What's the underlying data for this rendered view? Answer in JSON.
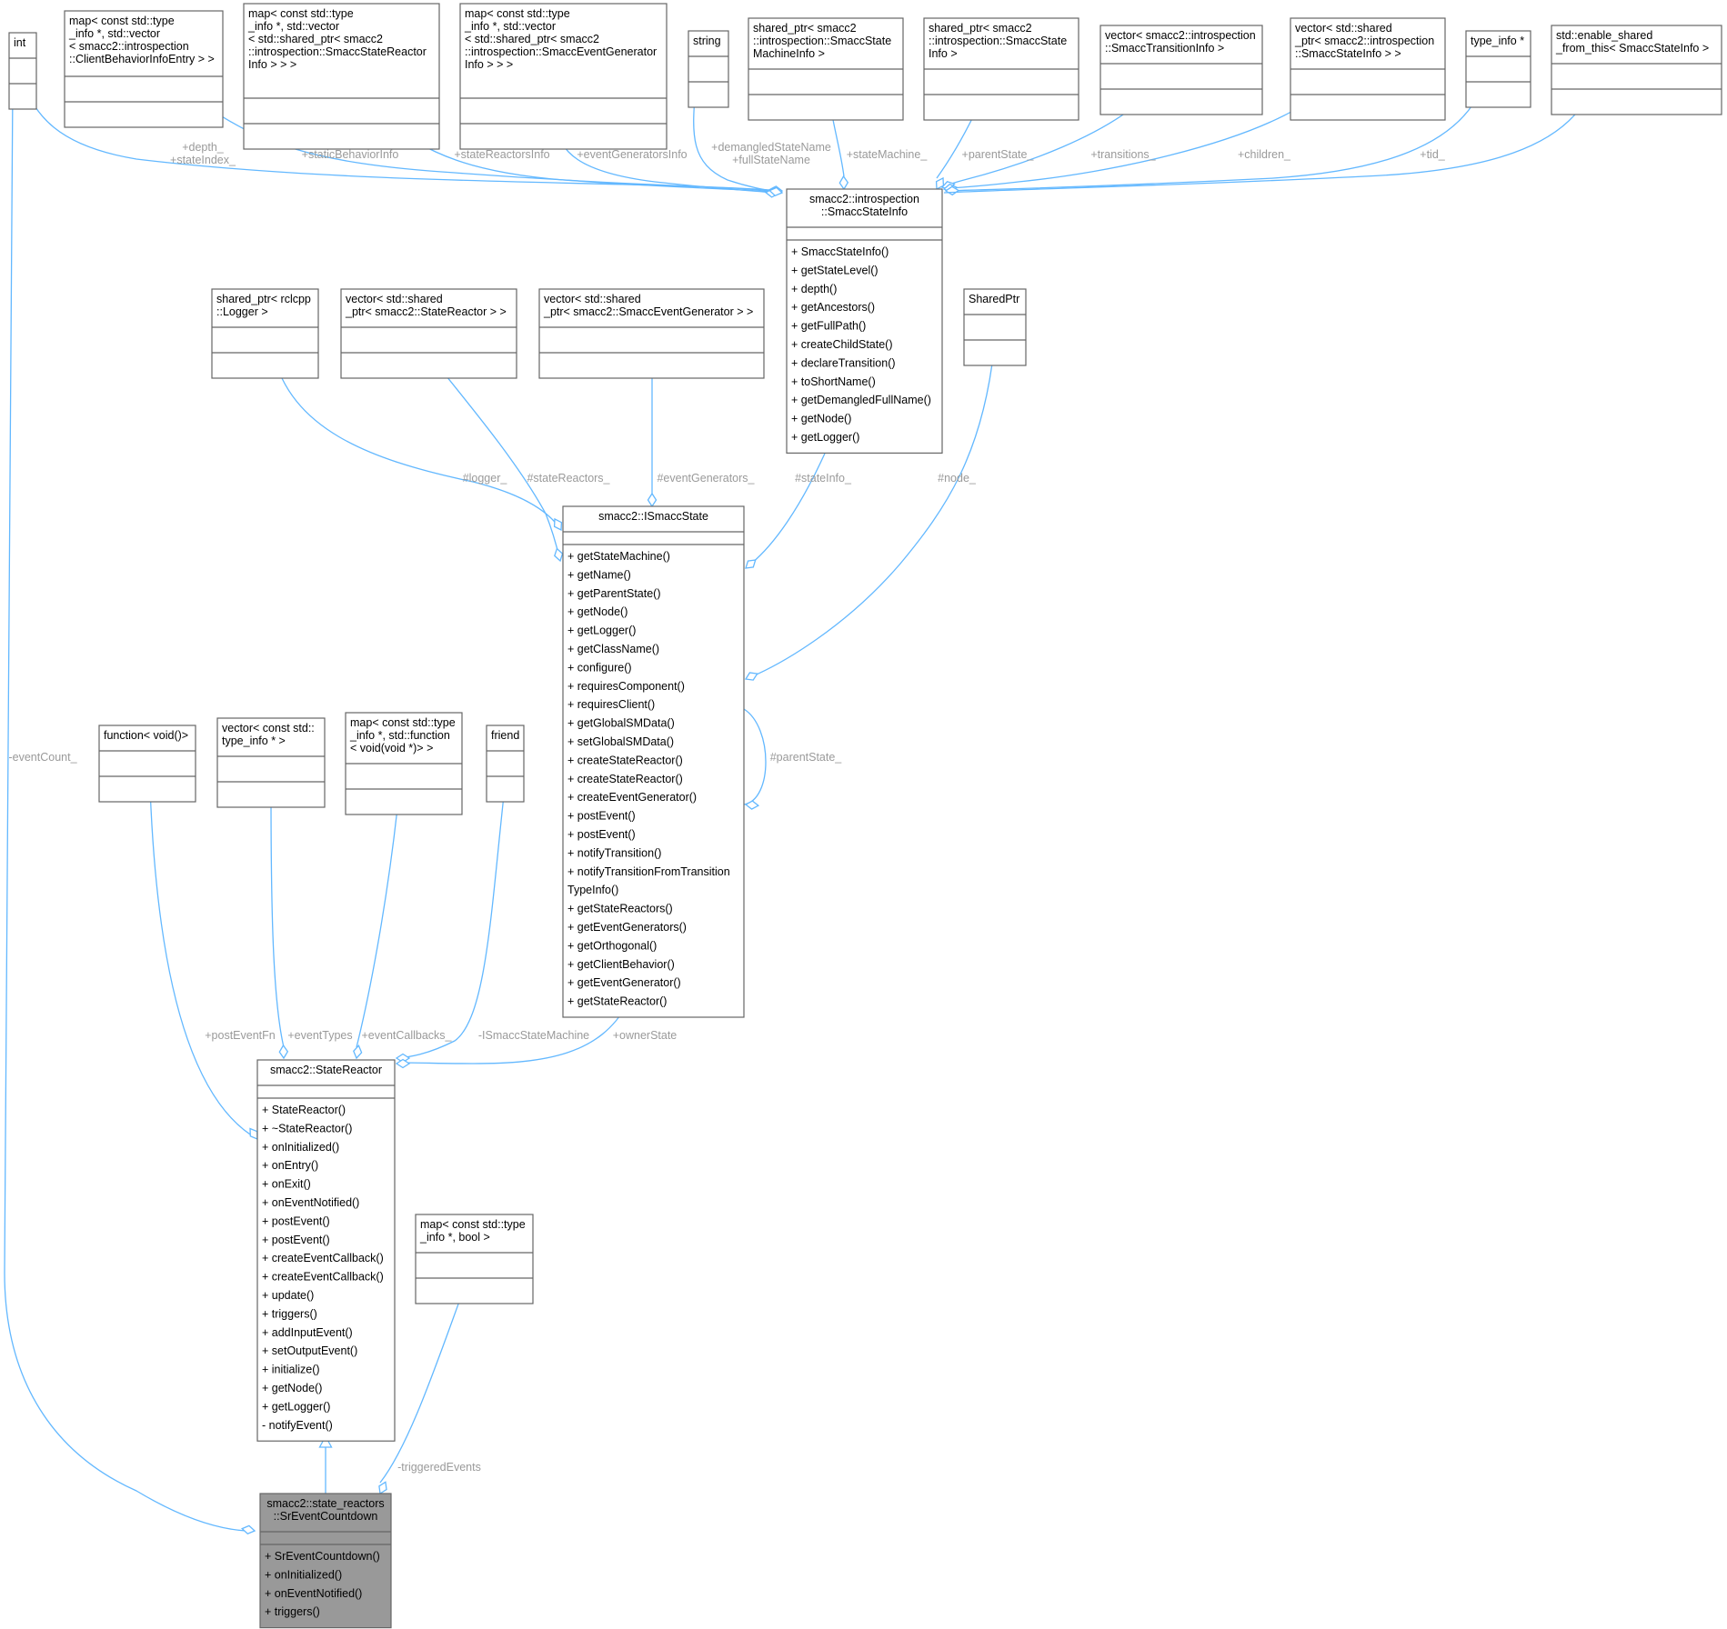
{
  "diagram": {
    "classes": [
      {
        "id": "int",
        "title": [
          "int"
        ],
        "members": []
      },
      {
        "id": "map_cb",
        "title": [
          "map< const std::type",
          "_info *, std::vector",
          "< smacc2::introspection",
          "::ClientBehaviorInfoEntry > >"
        ],
        "members": []
      },
      {
        "id": "map_sr",
        "title": [
          "map< const std::type",
          "_info *, std::vector",
          "< std::shared_ptr< smacc2",
          "::introspection::SmaccStateReactor",
          "Info > > >"
        ],
        "members": []
      },
      {
        "id": "map_eg",
        "title": [
          "map< const std::type",
          "_info *, std::vector",
          "< std::shared_ptr< smacc2",
          "::introspection::SmaccEventGenerator",
          "Info > > >"
        ],
        "members": []
      },
      {
        "id": "string",
        "title": [
          "string"
        ],
        "members": []
      },
      {
        "id": "sp_smi",
        "title": [
          "shared_ptr< smacc2",
          "::introspection::SmaccState",
          "MachineInfo >"
        ],
        "members": []
      },
      {
        "id": "sp_si",
        "title": [
          "shared_ptr< smacc2",
          "::introspection::SmaccState",
          "Info >"
        ],
        "members": []
      },
      {
        "id": "vec_ti",
        "title": [
          "vector< smacc2::introspection",
          "::SmaccTransitionInfo >"
        ],
        "members": []
      },
      {
        "id": "vec_si",
        "title": [
          "vector< std::shared",
          "_ptr< smacc2::introspection",
          "::SmaccStateInfo > >"
        ],
        "members": []
      },
      {
        "id": "typeinfo",
        "title": [
          "type_info *"
        ],
        "members": []
      },
      {
        "id": "esft",
        "title": [
          "std::enable_shared",
          "_from_this< SmaccStateInfo >"
        ],
        "members": []
      },
      {
        "id": "ssi",
        "title": [
          "smacc2::introspection",
          "::SmaccStateInfo"
        ],
        "members": [
          "+  SmaccStateInfo()",
          "+  getStateLevel()",
          "+  depth()",
          "+  getAncestors()",
          "+  getFullPath()",
          "+  createChildState()",
          "+  declareTransition()",
          "+  toShortName()",
          "+  getDemangledFullName()",
          "+  getNode()",
          "+  getLogger()"
        ]
      },
      {
        "id": "sp_logger",
        "title": [
          "shared_ptr< rclcpp",
          "::Logger >"
        ],
        "members": []
      },
      {
        "id": "vec_sr",
        "title": [
          "vector< std::shared",
          "_ptr< smacc2::StateReactor > >"
        ],
        "members": []
      },
      {
        "id": "vec_eg",
        "title": [
          "vector< std::shared",
          "_ptr< smacc2::SmaccEventGenerator > >"
        ],
        "members": []
      },
      {
        "id": "sharedptr",
        "title": [
          "SharedPtr"
        ],
        "members": []
      },
      {
        "id": "iss",
        "title": [
          "smacc2::ISmaccState"
        ],
        "members": [
          "+  getStateMachine()",
          "+  getName()",
          "+  getParentState()",
          "+  getNode()",
          "+  getLogger()",
          "+  getClassName()",
          "+  configure()",
          "+  requiresComponent()",
          "+  requiresClient()",
          "+  getGlobalSMData()",
          "+  setGlobalSMData()",
          "+  createStateReactor()",
          "+  createStateReactor()",
          "+  createEventGenerator()",
          "+  postEvent()",
          "+  postEvent()",
          "+  notifyTransition()",
          "+  notifyTransitionFromTransition",
          "   TypeInfo()",
          "+  getStateReactors()",
          "+  getEventGenerators()",
          "+  getOrthogonal()",
          "+  getClientBehavior()",
          "+  getEventGenerator()",
          "+  getStateReactor()"
        ]
      },
      {
        "id": "fn_void",
        "title": [
          "function< void()>"
        ],
        "members": []
      },
      {
        "id": "vec_cti",
        "title": [
          "vector< const std::",
          "type_info * >"
        ],
        "members": []
      },
      {
        "id": "map_fn",
        "title": [
          "map< const std::type",
          "_info *, std::function",
          "< void(void *)> >"
        ],
        "members": []
      },
      {
        "id": "friend",
        "title": [
          "friend"
        ],
        "members": []
      },
      {
        "id": "sr",
        "title": [
          "smacc2::StateReactor"
        ],
        "members": [
          "+  StateReactor()",
          "+  ~StateReactor()",
          "+  onInitialized()",
          "+  onEntry()",
          "+  onExit()",
          "+  onEventNotified()",
          "+  postEvent()",
          "+  postEvent()",
          "+  createEventCallback()",
          "+  createEventCallback()",
          "+  update()",
          "+  triggers()",
          "+  addInputEvent()",
          "+  setOutputEvent()",
          "+  initialize()",
          "+  getNode()",
          "+  getLogger()",
          "-  notifyEvent()"
        ]
      },
      {
        "id": "map_bool",
        "title": [
          "map< const std::type",
          "_info *, bool >"
        ],
        "members": []
      },
      {
        "id": "srec",
        "title": [
          "smacc2::state_reactors",
          "::SrEventCountdown"
        ],
        "members": [
          "+  SrEventCountdown()",
          "+  onInitialized()",
          "+  onEventNotified()",
          "+  triggers()"
        ]
      }
    ],
    "edge_labels": [
      {
        "id": "l_depth",
        "lines": [
          "+depth_",
          "+stateIndex_"
        ]
      },
      {
        "id": "l_static",
        "lines": [
          "+staticBehaviorInfo"
        ]
      },
      {
        "id": "l_srinfo",
        "lines": [
          "+stateReactorsInfo"
        ]
      },
      {
        "id": "l_eginfo",
        "lines": [
          "+eventGeneratorsInfo"
        ]
      },
      {
        "id": "l_names",
        "lines": [
          "+demangledStateName",
          "+fullStateName"
        ]
      },
      {
        "id": "l_sm",
        "lines": [
          "+stateMachine_"
        ]
      },
      {
        "id": "l_parent",
        "lines": [
          "+parentState_"
        ]
      },
      {
        "id": "l_trans",
        "lines": [
          "+transitions_"
        ]
      },
      {
        "id": "l_children",
        "lines": [
          "+children_"
        ]
      },
      {
        "id": "l_tid",
        "lines": [
          "+tid_"
        ]
      },
      {
        "id": "l_logger",
        "lines": [
          "#logger_"
        ]
      },
      {
        "id": "l_srs",
        "lines": [
          "#stateReactors_"
        ]
      },
      {
        "id": "l_egs",
        "lines": [
          "#eventGenerators_"
        ]
      },
      {
        "id": "l_stateinfo",
        "lines": [
          "#stateInfo_"
        ]
      },
      {
        "id": "l_node",
        "lines": [
          "#node_"
        ]
      },
      {
        "id": "l_parentstate",
        "lines": [
          "#parentState_"
        ]
      },
      {
        "id": "l_eventcount",
        "lines": [
          "-eventCount_"
        ]
      },
      {
        "id": "l_postfn",
        "lines": [
          "+postEventFn"
        ]
      },
      {
        "id": "l_evtypes",
        "lines": [
          "+eventTypes"
        ]
      },
      {
        "id": "l_evcb",
        "lines": [
          "+eventCallbacks_"
        ]
      },
      {
        "id": "l_ism",
        "lines": [
          "-ISmaccStateMachine"
        ]
      },
      {
        "id": "l_owner",
        "lines": [
          "+ownerState"
        ]
      },
      {
        "id": "l_trig",
        "lines": [
          "-triggeredEvents"
        ]
      }
    ],
    "colors": {
      "edge": "#63b8ff",
      "box_border": "#666666",
      "highlight_fill": "#999999",
      "label": "#9a9a9a"
    }
  }
}
